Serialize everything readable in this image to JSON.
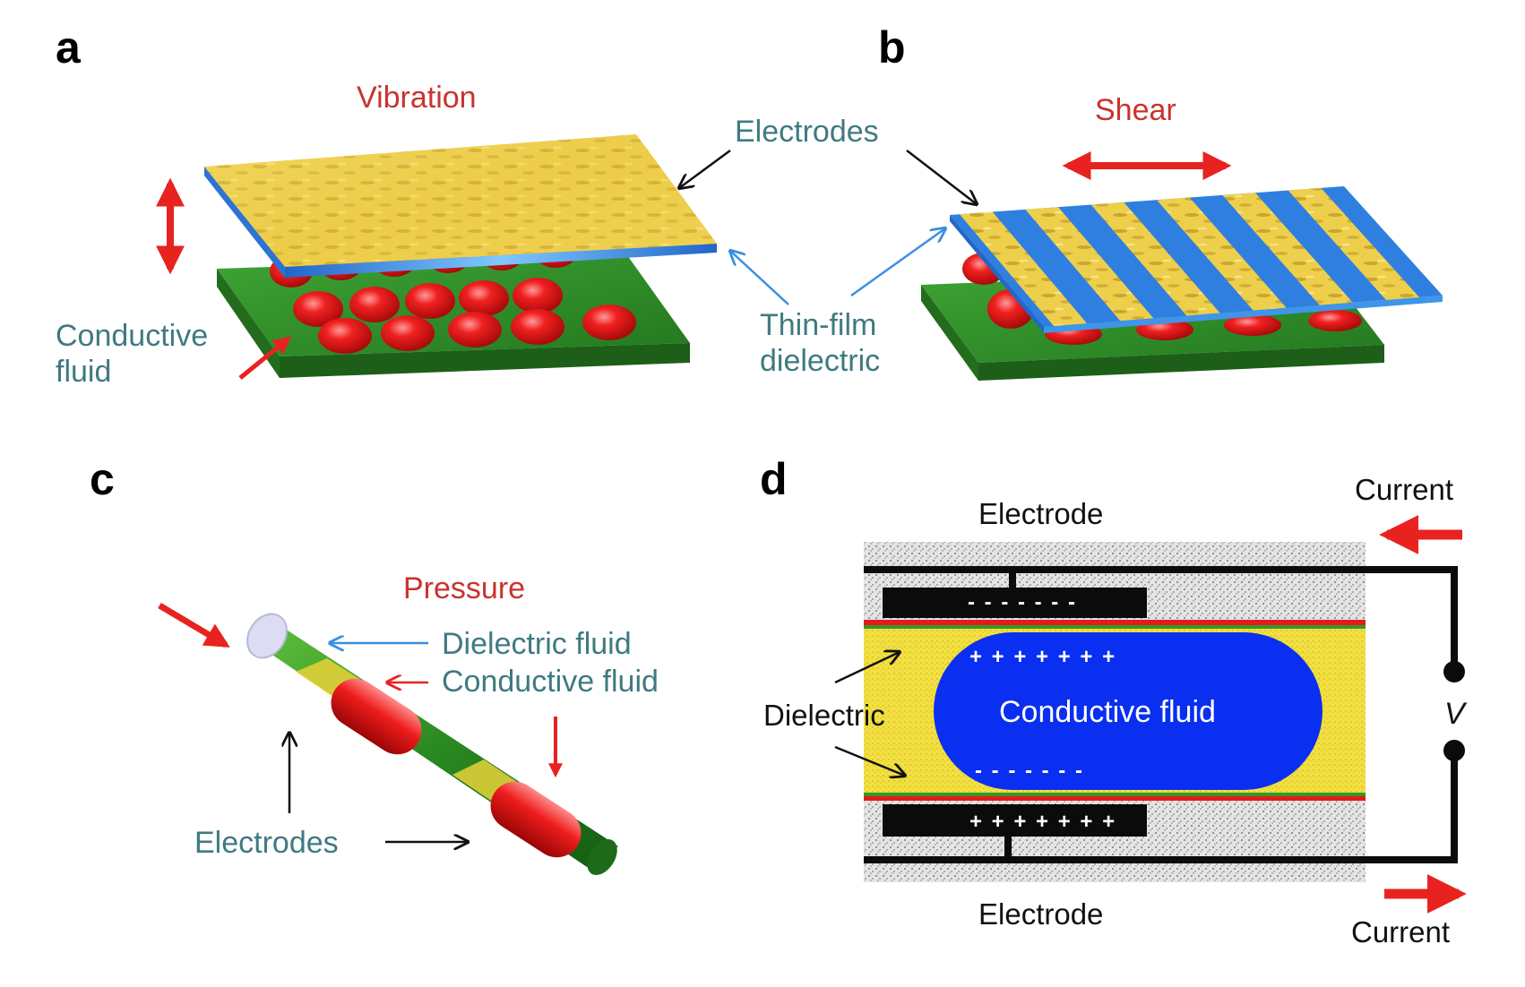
{
  "panels": {
    "a": {
      "letter": "a",
      "force": "Vibration",
      "conductive_fluid_line1": "Conductive",
      "conductive_fluid_line2": "fluid"
    },
    "b": {
      "letter": "b",
      "force": "Shear"
    },
    "shared": {
      "electrodes": "Electrodes",
      "thin_film_line1": "Thin-film",
      "thin_film_line2": "dielectric"
    },
    "c": {
      "letter": "c",
      "force": "Pressure",
      "dielectric_fluid": "Dielectric fluid",
      "conductive_fluid": "Conductive fluid",
      "electrodes": "Electrodes"
    },
    "d": {
      "letter": "d",
      "current_top": "Current",
      "current_bottom": "Current",
      "electrode_top": "Electrode",
      "electrode_bottom": "Electrode",
      "dielectric": "Dielectric",
      "conductive_fluid": "Conductive fluid",
      "voltage": "V",
      "charges_negative_top": "- - - - - - -",
      "charges_positive_fluid": "+ + + + + + +",
      "charges_negative_fluid": "- - - - - - -",
      "charges_positive_bottom": "+ + + + + + +"
    }
  },
  "colors": {
    "force_red": "#e8231f",
    "label_red": "#c8332e",
    "label_teal": "#3f7a82",
    "electrode_yellow": "#f2d44a",
    "dielectric_blue": "#3a8fe0",
    "substrate_green": "#2f8a2a",
    "droplet_red": "#e81818",
    "fluid_blue": "#0a2ff0",
    "dielectric_yellow": "#f5e03a"
  }
}
